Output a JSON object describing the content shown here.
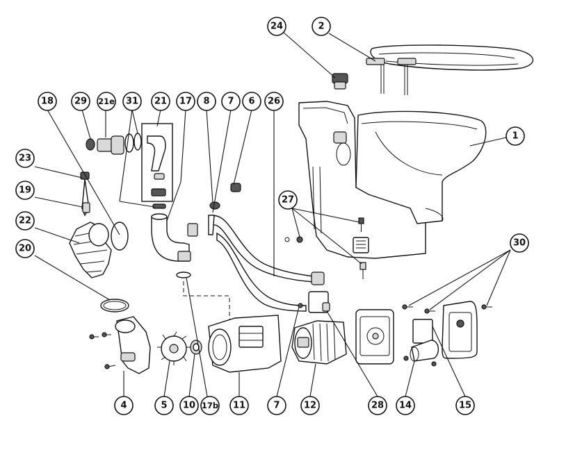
{
  "callouts": [
    {
      "id": "c24",
      "label": "24"
    },
    {
      "id": "c2",
      "label": "2"
    },
    {
      "id": "c18",
      "label": "18"
    },
    {
      "id": "c29",
      "label": "29"
    },
    {
      "id": "c21e",
      "label": "21e"
    },
    {
      "id": "c31",
      "label": "31"
    },
    {
      "id": "c21",
      "label": "21"
    },
    {
      "id": "c17",
      "label": "17"
    },
    {
      "id": "c8",
      "label": "8"
    },
    {
      "id": "c7a",
      "label": "7"
    },
    {
      "id": "c6",
      "label": "6"
    },
    {
      "id": "c26",
      "label": "26"
    },
    {
      "id": "c1",
      "label": "1"
    },
    {
      "id": "c23",
      "label": "23"
    },
    {
      "id": "c19",
      "label": "19"
    },
    {
      "id": "c22",
      "label": "22"
    },
    {
      "id": "c27",
      "label": "27"
    },
    {
      "id": "c20",
      "label": "20"
    },
    {
      "id": "c30",
      "label": "30"
    },
    {
      "id": "c4",
      "label": "4"
    },
    {
      "id": "c5",
      "label": "5"
    },
    {
      "id": "c10",
      "label": "10"
    },
    {
      "id": "c17b",
      "label": "17b"
    },
    {
      "id": "c11",
      "label": "11"
    },
    {
      "id": "c7b",
      "label": "7"
    },
    {
      "id": "c12",
      "label": "12"
    },
    {
      "id": "c28",
      "label": "28"
    },
    {
      "id": "c14",
      "label": "14"
    },
    {
      "id": "c15",
      "label": "15"
    }
  ]
}
